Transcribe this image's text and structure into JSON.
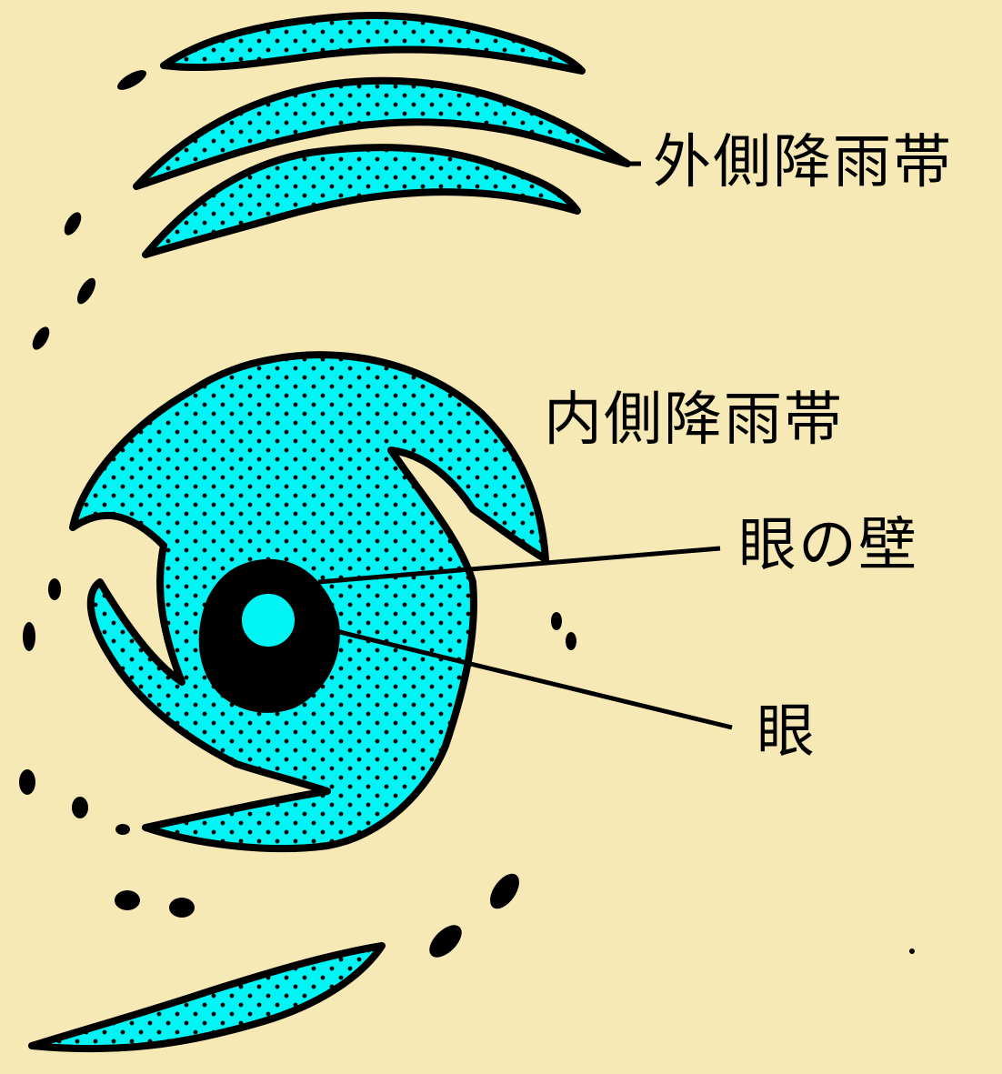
{
  "labels": {
    "outer_rainband": "外側降雨帯",
    "inner_rainband": "内側降雨帯",
    "eyewall": "眼の壁",
    "eye": "眼"
  },
  "colors": {
    "background": "#f6e9b6",
    "cloud_fill": "#00f4f4",
    "outline": "#000000"
  }
}
